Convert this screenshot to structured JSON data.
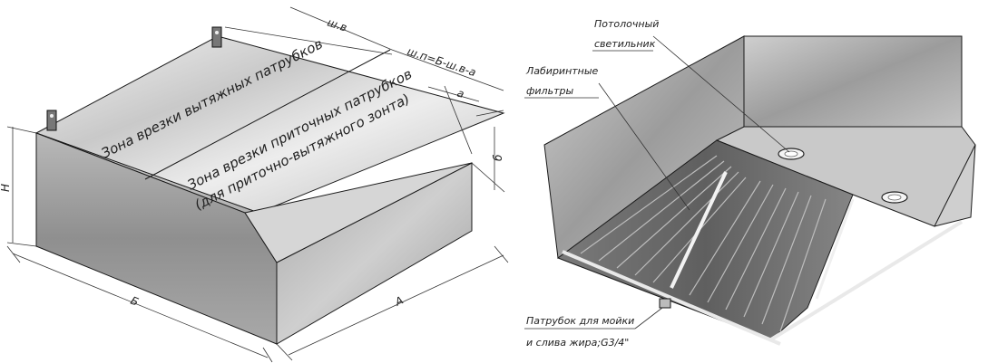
{
  "left_diagram": {
    "zone_exhaust": "Зона врезки вытяжных патрубков",
    "zone_supply_line1": "Зона врезки приточных патрубков",
    "zone_supply_line2": "(для приточно-вытяжного зонта)",
    "dim_height": "H",
    "dim_front": "Б",
    "dim_side": "А",
    "dim_width": "ш.в",
    "dim_difference": "ш.п=Б-ш.в-а",
    "dim_a": "а",
    "dim_b": "б"
  },
  "right_diagram": {
    "ceiling_light_line1": "Потолочный",
    "ceiling_light_line2": "светильник",
    "filters_line1": "Лабиринтные",
    "filters_line2": "фильтры",
    "drain_line1": "Патрубок для мойки",
    "drain_line2": "и слива жира;G3/4\""
  },
  "colors": {
    "steel_light": "#e3e3e3",
    "steel_mid": "#b8b8b8",
    "steel_dark": "#8a8a8a",
    "line": "#1a1a1a"
  }
}
